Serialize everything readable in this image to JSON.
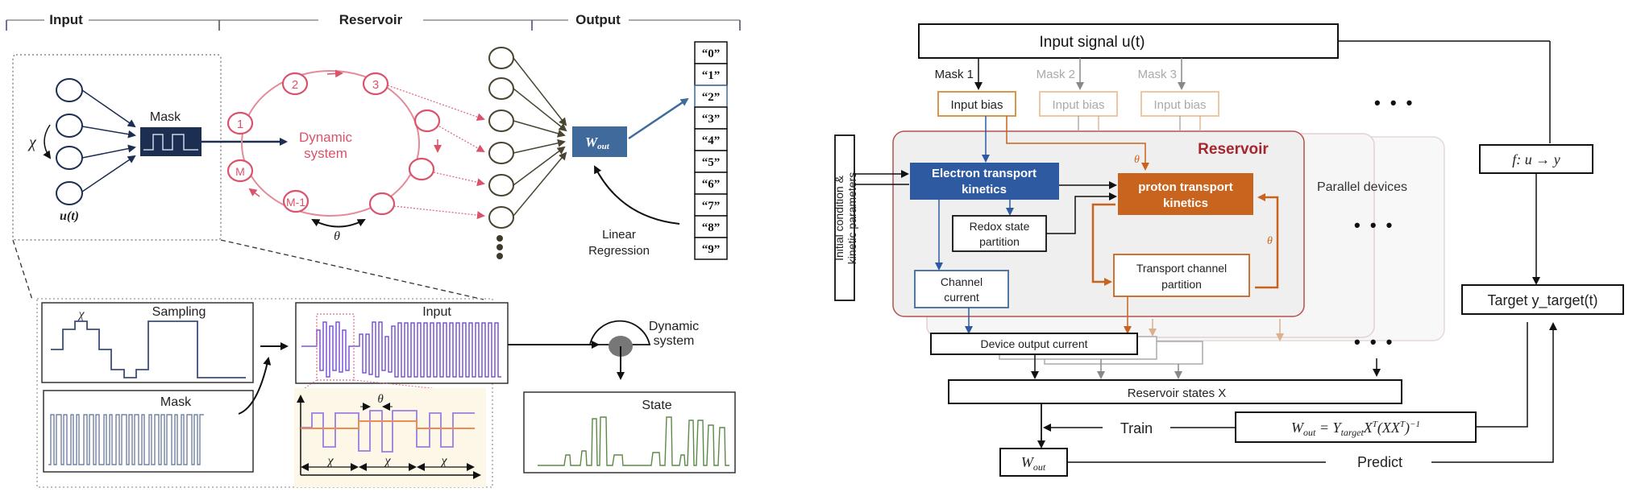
{
  "left_panel": {
    "stages": [
      "Input",
      "Reservoir",
      "Output"
    ],
    "input": {
      "mask_label": "Mask",
      "chi": "χ",
      "input_label": "u(t)"
    },
    "reservoir": {
      "title_line1": "Dynamic",
      "title_line2": "system",
      "node_labels": [
        "1",
        "2",
        "3",
        "M",
        "M-1"
      ],
      "theta": "θ"
    },
    "output": {
      "wout_label": "W",
      "wout_sub": "out",
      "regression_line1": "Linear",
      "regression_line2": "Regression",
      "classes": [
        "“0”",
        "“1”",
        "“2”",
        "“3”",
        "“4”",
        "“5”",
        "“6”",
        "“7”",
        "“8”",
        "“9”"
      ],
      "selected_class_index": 2
    },
    "detail": {
      "sampling_label": "Sampling",
      "mask_label": "Mask",
      "input_label": "Input",
      "dynamic_line1": "Dynamic",
      "dynamic_line2": "system",
      "state_label": "State",
      "chi": "χ",
      "theta": "θ"
    }
  },
  "right_panel": {
    "input_signal": "Input signal u(t)",
    "masks": [
      "Mask 1",
      "Mask 2",
      "Mask 3"
    ],
    "input_bias": "Input bias",
    "reservoir_title": "Reservoir",
    "initial_condition_line1": "Initial condition &",
    "initial_condition_line2": "kinetic parameters",
    "electron_line1": "Electron transport",
    "electron_line2": "kinetics",
    "proton_line1": "proton transport",
    "proton_line2": "kinetics",
    "redox_line1": "Redox state",
    "redox_line2": "partition",
    "channel_line1": "Channel",
    "channel_line2": "current",
    "transport_line1": "Transport channel",
    "transport_line2": "partition",
    "theta": "θ",
    "parallel_devices": "Parallel devices",
    "device_output": "Device output current",
    "reservoir_states": "Reservoir states X",
    "train": "Train",
    "predict": "Predict",
    "wout": "W",
    "wout_sub": "out",
    "formula": "W_out = Y_target X^T (XX^T)^-1",
    "mapping": "f: u → y",
    "target": "Target y_target(t)",
    "ellipsis": "• • •"
  },
  "colors": {
    "navy": "#1c2e52",
    "reservoir_red": "#d9536b",
    "output_olive": "#4a4530",
    "wout_blue": "#3f6a9b",
    "electron_blue": "#2d5aa0",
    "proton_orange": "#c8641e",
    "bias_orange": "#d9964f",
    "reservoir_border": "#b5514d",
    "signal_purple": "#7b55d6",
    "state_green": "#5b8a46",
    "detail_bg": "#fdf7e7"
  }
}
